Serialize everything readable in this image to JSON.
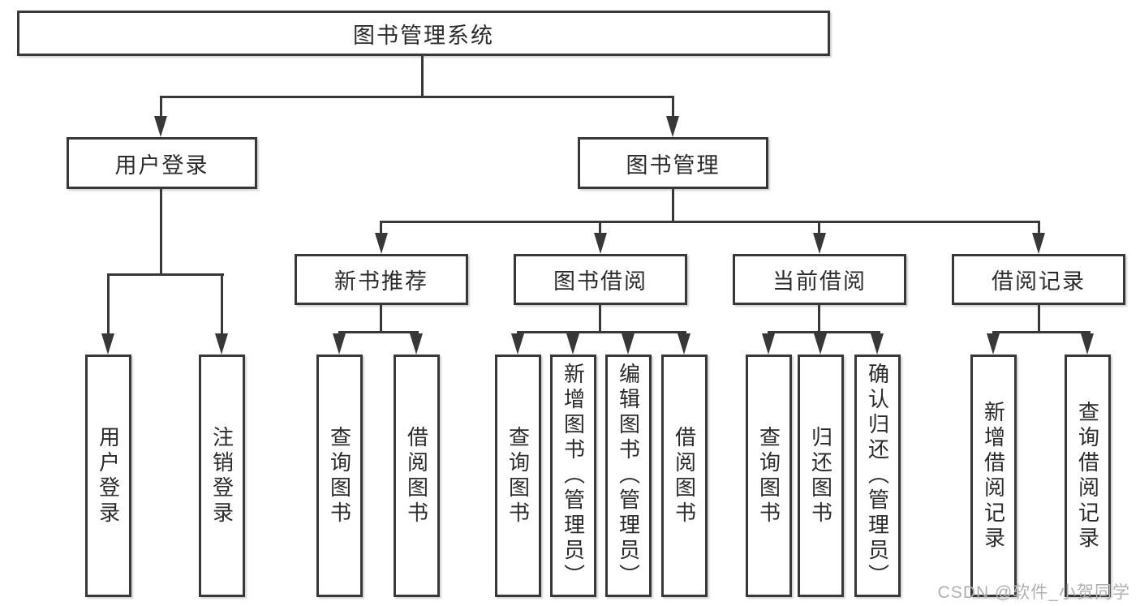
{
  "tree": {
    "root": {
      "label": "图书管理系统"
    },
    "level2": [
      {
        "label": "用户登录"
      },
      {
        "label": "图书管理"
      }
    ],
    "level3": [
      {
        "label": "新书推荐"
      },
      {
        "label": "图书借阅"
      },
      {
        "label": "当前借阅"
      },
      {
        "label": "借阅记录"
      }
    ],
    "leaves": {
      "user": [
        {
          "label": "用户登录"
        },
        {
          "label": "注销登录"
        }
      ],
      "rec": [
        {
          "label": "查询图书"
        },
        {
          "label": "借阅图书"
        }
      ],
      "borrow": [
        {
          "label": "查询图书"
        },
        {
          "label": "新增图书（管理员）"
        },
        {
          "label": "编辑图书（管理员）"
        },
        {
          "label": "借阅图书"
        }
      ],
      "current": [
        {
          "label": "查询图书"
        },
        {
          "label": "归还图书"
        },
        {
          "label": "确认归还（管理员）"
        }
      ],
      "records": [
        {
          "label": "新增借阅记录"
        },
        {
          "label": "查询借阅记录"
        }
      ]
    }
  },
  "watermark": {
    "text": "CSDN @软件_小贺同学"
  },
  "colors": {
    "line": "#383838",
    "box_border": "#383838",
    "text": "#2b2b2b",
    "background": "#ffffff",
    "watermark": "#b0b0b0"
  }
}
